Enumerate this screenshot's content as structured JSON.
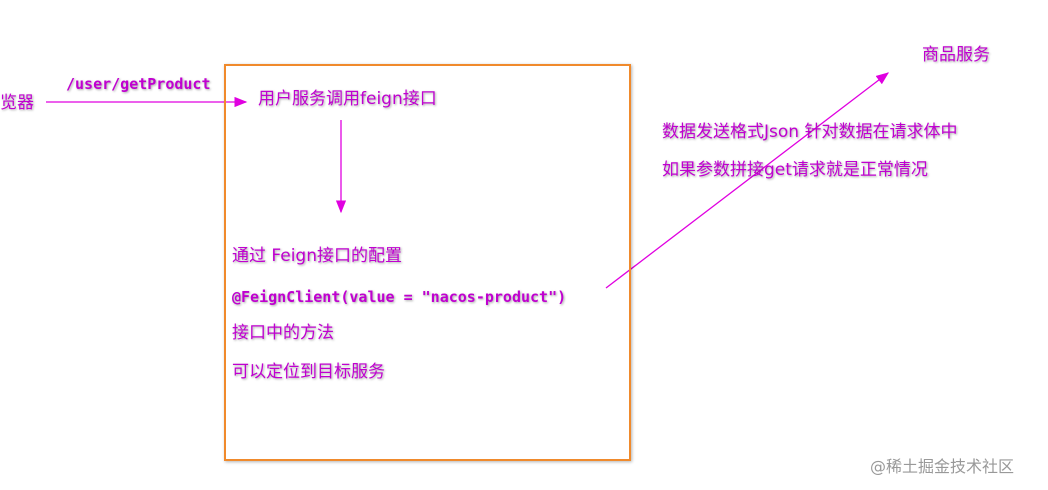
{
  "colors": {
    "text": "#c000d0",
    "arrow": "#e000e0",
    "box": "#f08a2c",
    "watermark": "#999999"
  },
  "labels": {
    "browser": "览器",
    "route": "/user/getProduct",
    "user_service": "用户服务调用feign接口",
    "product_service": "商品服务",
    "json_note": "数据发送格式Json   针对数据在请求体中",
    "get_note": "如果参数拼接get请求就是正常情况",
    "via_feign": "通过 Feign接口的配置",
    "annotation": "@FeignClient(value = \"nacos-product\")",
    "method": "接口中的方法",
    "locate": "可以定位到目标服务"
  },
  "watermark": "@稀土掘金技术社区"
}
